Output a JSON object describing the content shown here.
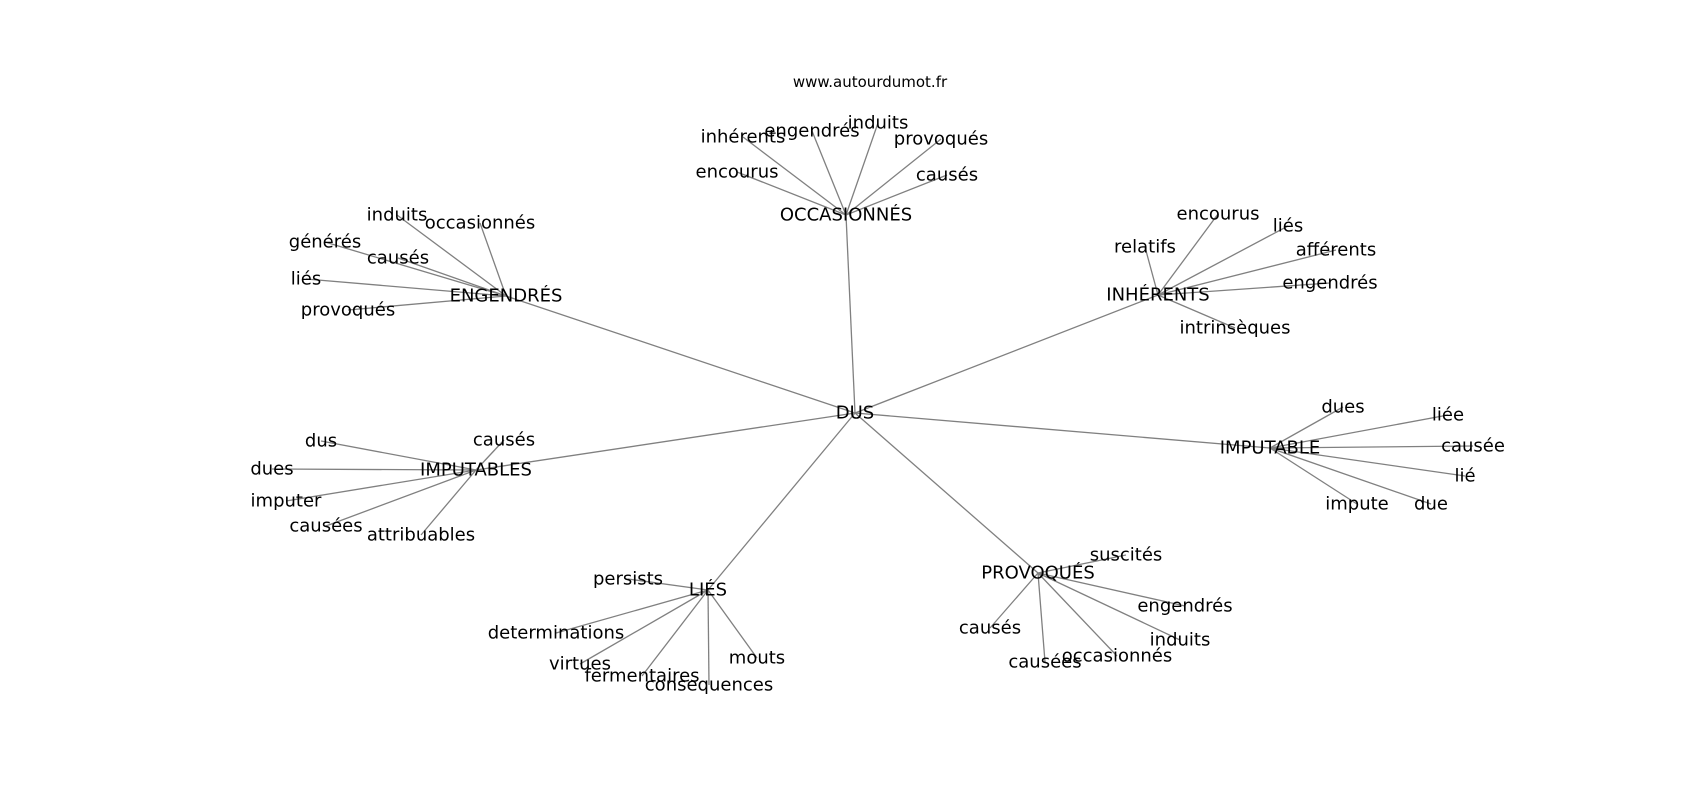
{
  "header": {
    "credit": "www.autourdumot.fr"
  },
  "graph": {
    "root": "DUS",
    "clusters": [
      {
        "hub": "OCCASIONNÉS",
        "leaves": [
          "inhérents",
          "engendrés",
          "induits",
          "provoqués",
          "encourus",
          "causés"
        ]
      },
      {
        "hub": "ENGENDRÉS",
        "leaves": [
          "induits",
          "occasionnés",
          "générés",
          "causés",
          "liés",
          "provoqués"
        ]
      },
      {
        "hub": "INHÉRENTS",
        "leaves": [
          "encourus",
          "liés",
          "relatifs",
          "afférents",
          "engendrés",
          "intrinsèques"
        ]
      },
      {
        "hub": "IMPUTABLE",
        "leaves": [
          "dues",
          "liée",
          "causée",
          "lié",
          "impute",
          "due"
        ]
      },
      {
        "hub": "IMPUTABLES",
        "leaves": [
          "dus",
          "causés",
          "dues",
          "imputer",
          "causées",
          "attribuables"
        ]
      },
      {
        "hub": "LIÉS",
        "leaves": [
          "persists",
          "determinations",
          "virtues",
          "fermentaires",
          "consequences",
          "mouts"
        ]
      },
      {
        "hub": "PROVOQUÉS",
        "leaves": [
          "suscités",
          "engendrés",
          "induits",
          "occasionnés",
          "causés",
          "causées"
        ]
      }
    ]
  }
}
